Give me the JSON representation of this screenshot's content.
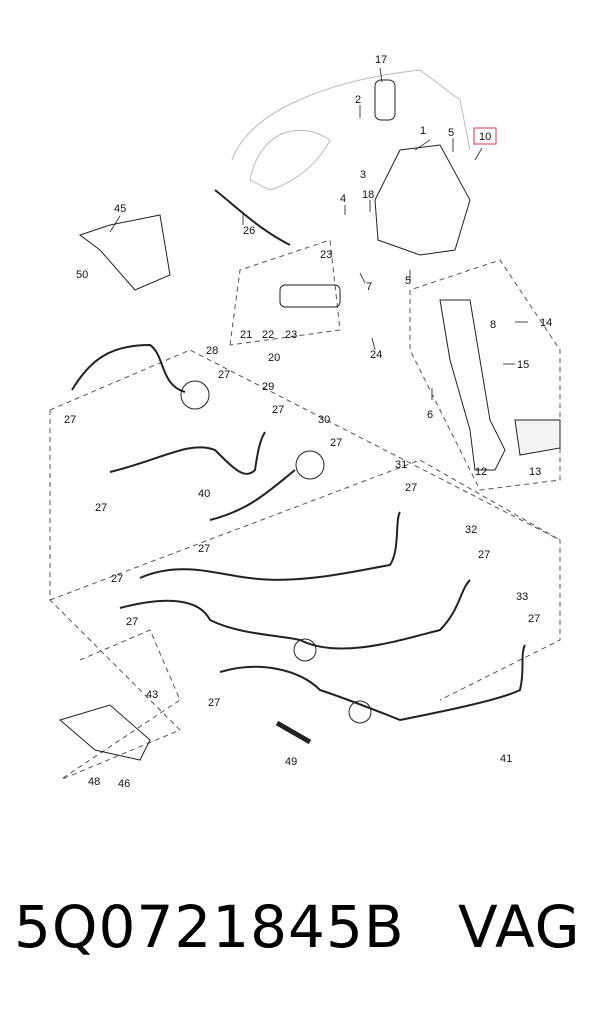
{
  "diagram": {
    "callouts": [
      "1",
      "2",
      "3",
      "4",
      "5",
      "5",
      "6",
      "7",
      "8",
      "10",
      "12",
      "13",
      "14",
      "15",
      "17",
      "18",
      "20",
      "21",
      "22",
      "23",
      "23",
      "24",
      "26",
      "27",
      "27",
      "27",
      "27",
      "27",
      "27",
      "27",
      "27",
      "27",
      "27",
      "27",
      "27",
      "28",
      "29",
      "30",
      "31",
      "32",
      "33",
      "40",
      "41",
      "43",
      "45",
      "46",
      "48",
      "49",
      "50"
    ],
    "highlighted_callout": "10",
    "highlight_color": "#e05a6a"
  },
  "caption": {
    "part_number": "5Q0721845B",
    "brand": "VAG"
  }
}
